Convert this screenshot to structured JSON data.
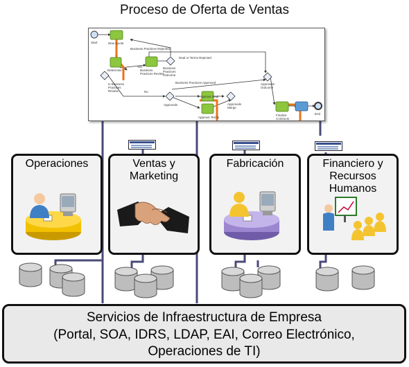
{
  "diagram": {
    "title": "Proceso de Oferta de Ventas",
    "process": {
      "labels": {
        "start": "Start",
        "end": "End",
        "new_quote": "New Quote\nDetails",
        "determine": "Determine\nApproval\nFlow",
        "bp_gateway": "Is Business\nPractices\nReview...",
        "bp_review": "Business\nPractices\nReview",
        "bp_outcome": "Business\nPractices\nOutcome",
        "bp_rejected": "Business Practices Rejected",
        "deal_terms": "Deal or Terms Rejected",
        "bp_approved": "Business Practices Approved",
        "bp_approved2": "Business Practices Approved",
        "yes": "Yes",
        "no": "No",
        "approvals": "Approvals",
        "approval_deal": "Approve Deal",
        "approval_outcome": "Approvals\nMerge",
        "approve_terms": "Approve Terms",
        "approvals_outcome": "Approvals\nOutcome",
        "finalize": "Finalize\nContracts"
      }
    },
    "departments": [
      {
        "label": "Operaciones"
      },
      {
        "label": "Ventas y\nMarketing"
      },
      {
        "label": "Fabricación"
      },
      {
        "label": "Financiero y\nRecursos\nHumanos"
      }
    ],
    "infrastructure": {
      "line1": "Servicios de Infraestructura de Empresa",
      "line2": "(Portal, SOA, IDRS, LDAP, EAI, Correo Electrónico,",
      "line3": "Operaciones de TI)"
    },
    "colors": {
      "task": "#8dc63f",
      "task_dark": "#4e7f1a",
      "highlight": "#e8741c",
      "connector": "#4a4a78",
      "database": "#bdbdbd",
      "operaciones_base": "#f2c200",
      "fabricacion_base": "#9b86cf",
      "people": "#f4c430"
    },
    "icons": [
      "user-icon",
      "computer-icon",
      "handshake-icon",
      "chart-board-icon",
      "database-icon",
      "window-icon"
    ]
  }
}
